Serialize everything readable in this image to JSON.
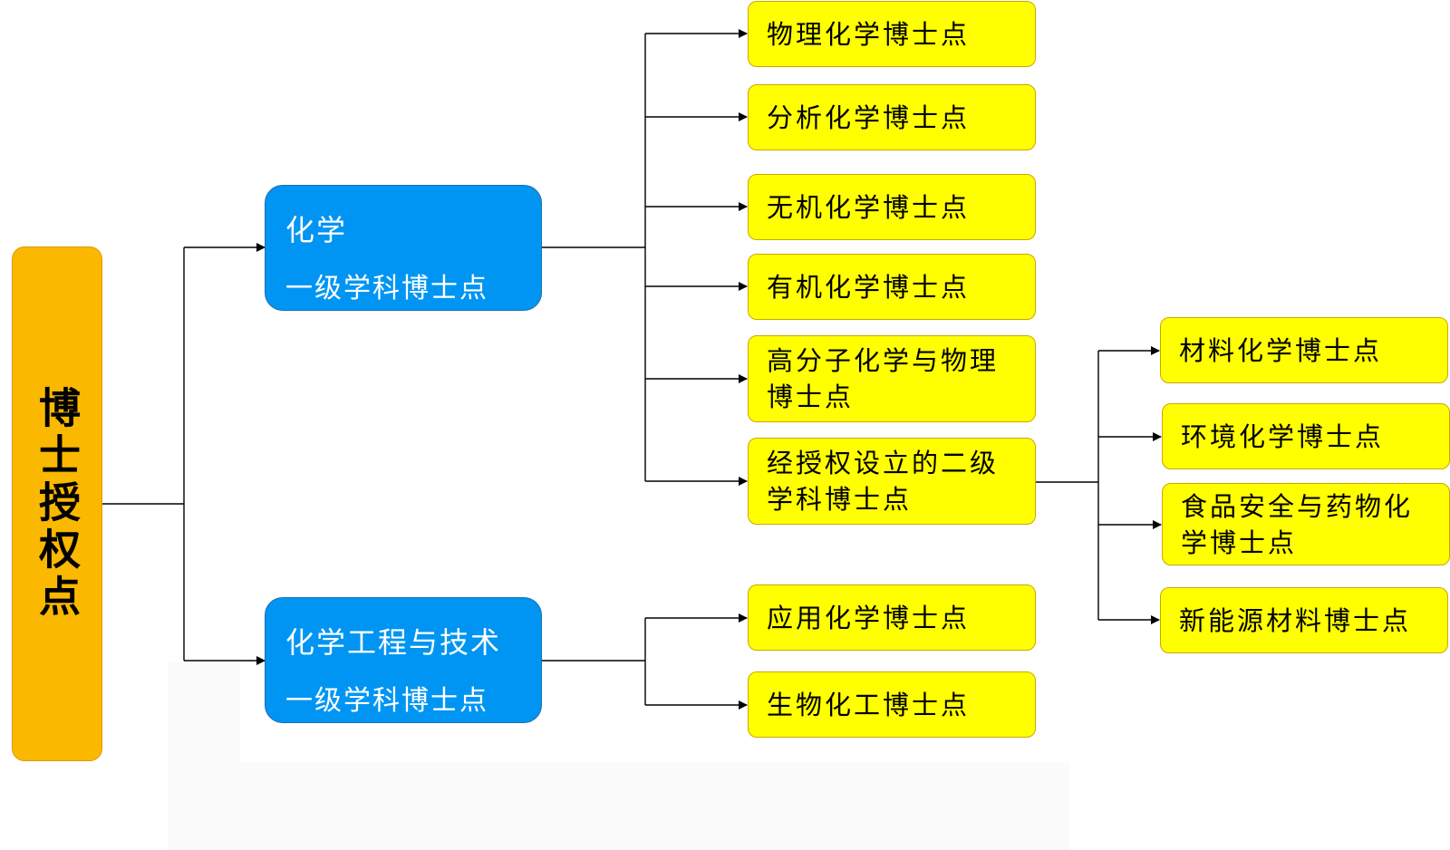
{
  "root": {
    "label": "博士授权点"
  },
  "level1": [
    {
      "title": "化学",
      "subtitle": "一级学科博士点"
    },
    {
      "title": "化学工程与技术",
      "subtitle": "一级学科博士点"
    }
  ],
  "chemistry_children": [
    "物理化学博士点",
    "分析化学博士点",
    "无机化学博士点",
    "有机化学博士点",
    "高分子化学与物理博士点",
    "经授权设立的二级学科博士点"
  ],
  "engineering_children": [
    "应用化学博士点",
    "生物化工博士点"
  ],
  "authorized_children": [
    "材料化学博士点",
    "环境化学博士点",
    "食品安全与药物化学博士点",
    "新能源材料博士点"
  ],
  "colors": {
    "root_fill": "#fbb800",
    "level1_fill": "#0095f3",
    "leaf_fill": "#ffff00",
    "connector": "#000000"
  }
}
